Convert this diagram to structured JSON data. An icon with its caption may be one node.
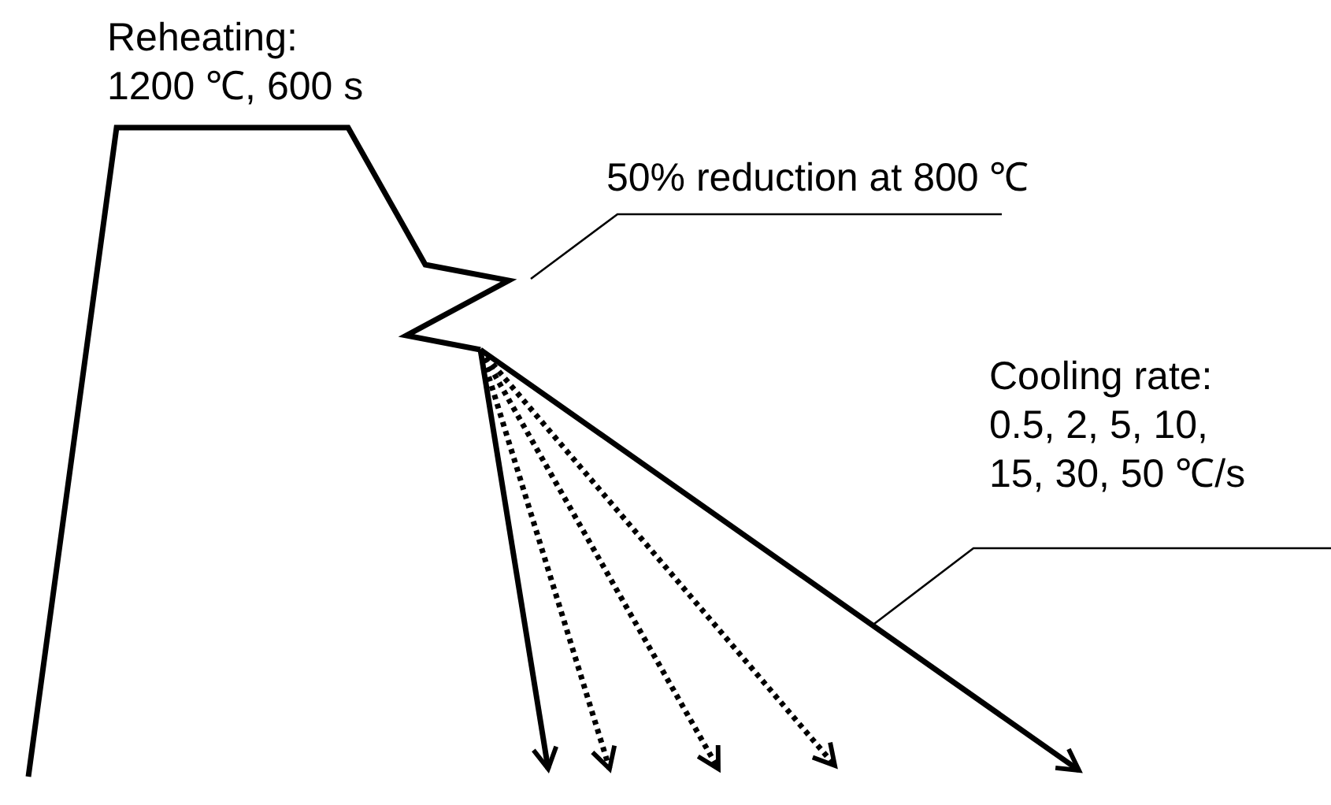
{
  "diagram": {
    "nodes": [
      {
        "text": [
          "50% reduction at 800 ℃"
        ]
      },
      {
        "text": [
          "Cooling rate: 0.5, 2, 5, 10, 15, 30, 50 ℃/s"
        ]
      }
    ],
    "edges": [
      {
        "from": 0,
        "to": null,
        "arrow": "none"
      },
      {
        "from": 1,
        "to": null,
        "arrow": "none"
      }
    ],
    "labels": [
      "Reheating: 1200 ℃, 600 s"
    ]
  }
}
